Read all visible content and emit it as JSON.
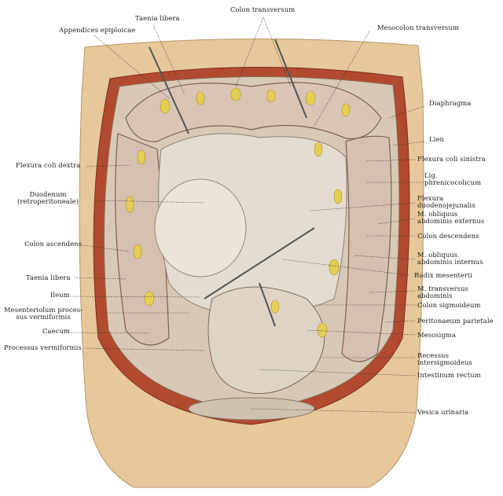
{
  "labels": {
    "colon_transversum": "Colon transversum",
    "taenia_libera_top": "Taenia libera",
    "appendices_epiploicae": "Appendices epiploicae",
    "mesocolon_transversum": "Mesocolon transversum",
    "diaphragma": "Diaphragma",
    "lien": "Lien",
    "flexura_coli_dextra": "Flexura coli dextra",
    "flexura_coli_sinistra": "Flexura coli sinistra",
    "lig_phrenicocolicum": "Lig.\nphrenicocolicum",
    "duodenum": "Duodenum\n(retroperitoneale)",
    "flexura_duodenojejunalis": "Flexura\nduodenojejunalis",
    "m_obliquus_externus": "M. obliquus\nabdominis externus",
    "colon_ascendens": "Colon ascendens",
    "colon_descendens": "Colon descendens",
    "m_obliquus_internus": "M. obliquus\nabdominis internus",
    "taenia_libera_left": "Taenia libera",
    "radix_mesenterii": "Radix mesenterii",
    "ileum": "Ileum",
    "m_transversus": "M. transversus\nabdominis",
    "colon_sigmoideum": "Colon sigmoideum",
    "mesenteriolum": "Mesenteriolum proces-\nsus vermiformis",
    "peritonaeum_parietale": "Peritonaeum parietale",
    "caecum": "Caecum",
    "mesosigma": "Mesosigma",
    "processus_vermiformis": "Processus vermiformis",
    "recessus": "Recessus\nintersigmoideus",
    "intestinum_rectum": "Intestinum rectum",
    "vesica_urinaria": "Vesica urinaria"
  },
  "colors": {
    "skin": "#e6c89a",
    "muscle": "#b24a30",
    "colon": "#d9c4b6",
    "fat": "#e4cf52",
    "mesentery": "#e3ddd1",
    "line": "#333333"
  }
}
